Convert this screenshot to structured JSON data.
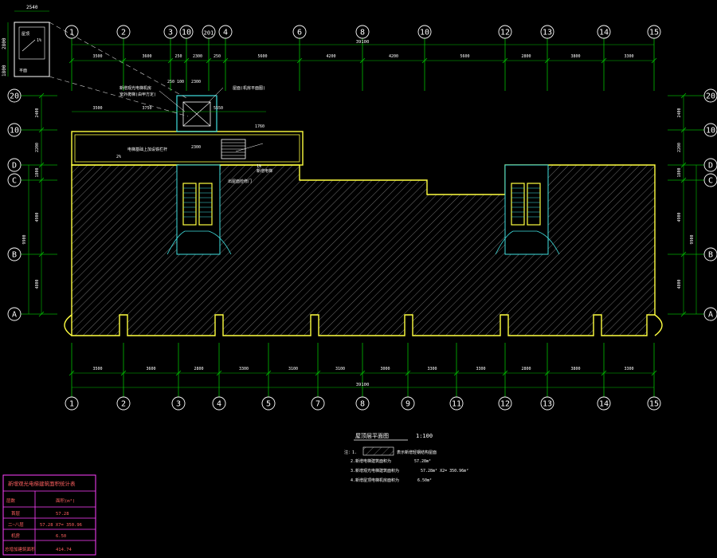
{
  "colors": {
    "background": "#000000",
    "grid": "#00ff00",
    "dim": "#00c000",
    "wall": "#ffff40",
    "hatch": "#6e6e6e",
    "stair": "#40e0e0",
    "text": "#ffffff",
    "bubble": "#ffffff",
    "table": "#ff40ff"
  },
  "drawing": {
    "grid_cols_top": [
      "1",
      "2",
      "3",
      "10",
      "201",
      "4",
      "6",
      "8",
      "10",
      "12",
      "13",
      "14",
      "15"
    ],
    "grid_cols_bottom": [
      "1",
      "2",
      "3",
      "4",
      "5",
      "7",
      "8",
      "9",
      "11",
      "12",
      "13",
      "14",
      "15"
    ],
    "grid_rows_left": [
      "20",
      "10",
      "D",
      "C",
      "B",
      "A"
    ],
    "grid_rows_right": [
      "20",
      "10",
      "D",
      "C",
      "B",
      "A"
    ],
    "top_total": "39100",
    "top_dims": [
      "3500",
      "3600",
      "250",
      "2300",
      "250",
      "5600",
      "4200",
      "4200",
      "5600",
      "2800",
      "3800",
      "3300"
    ],
    "top_dims_row2": [
      "3500",
      "3750",
      "5550"
    ],
    "top_dims_row2b": [
      "1760"
    ],
    "bottom_total": "39100",
    "bottom_dims": [
      "3500",
      "3600",
      "2800",
      "3300",
      "3100",
      "3100",
      "3000",
      "3300",
      "3300",
      "2800",
      "3800",
      "3300"
    ],
    "left_dims": [
      "2400",
      "2200",
      "1800",
      "4900",
      "4800"
    ],
    "left_total": "9900",
    "right_dims": [
      "2400",
      "2200",
      "1800",
      "4900",
      "4800"
    ],
    "right_total": "9900",
    "inset": {
      "top": "2540",
      "side_a": "2800",
      "side_b": "1800",
      "note": "屋顶",
      "pct": "1%",
      "label": "平面"
    },
    "annotations": [
      "新增观光电梯机房",
      "室外爬梯(由甲方定)",
      "电梯基础上加设铁栏杆",
      "出屋面检修门",
      "新增电梯",
      "2%",
      "1%",
      "屋面(机房平面图)",
      "250",
      "100",
      "2300",
      "2300"
    ]
  },
  "legend": {
    "title": "屋顶层平面图",
    "scale": "1:100",
    "note_prefix": "注：1.",
    "note1": "表示新增轻钢结构屋面",
    "note2": "2.新增电梯建筑面积为",
    "note2_val": "57.28m²",
    "note3": "3.新增观光电梯建筑面积为",
    "note3_val": "57.28m²  X2= 350.96m²",
    "note4": "4.新增屋顶电梯机房面积为",
    "note4_val": "6.50m²"
  },
  "table": {
    "title": "新增观光电梯建筑面积统计表",
    "headers": [
      "层数",
      "面积(m²)"
    ],
    "rows": [
      [
        "首层",
        "57.28"
      ],
      [
        "二~八层",
        "57.28  X7= 350.96"
      ],
      [
        "机房",
        "6.50"
      ],
      [
        "总增加建筑面积",
        "414.74"
      ]
    ]
  }
}
